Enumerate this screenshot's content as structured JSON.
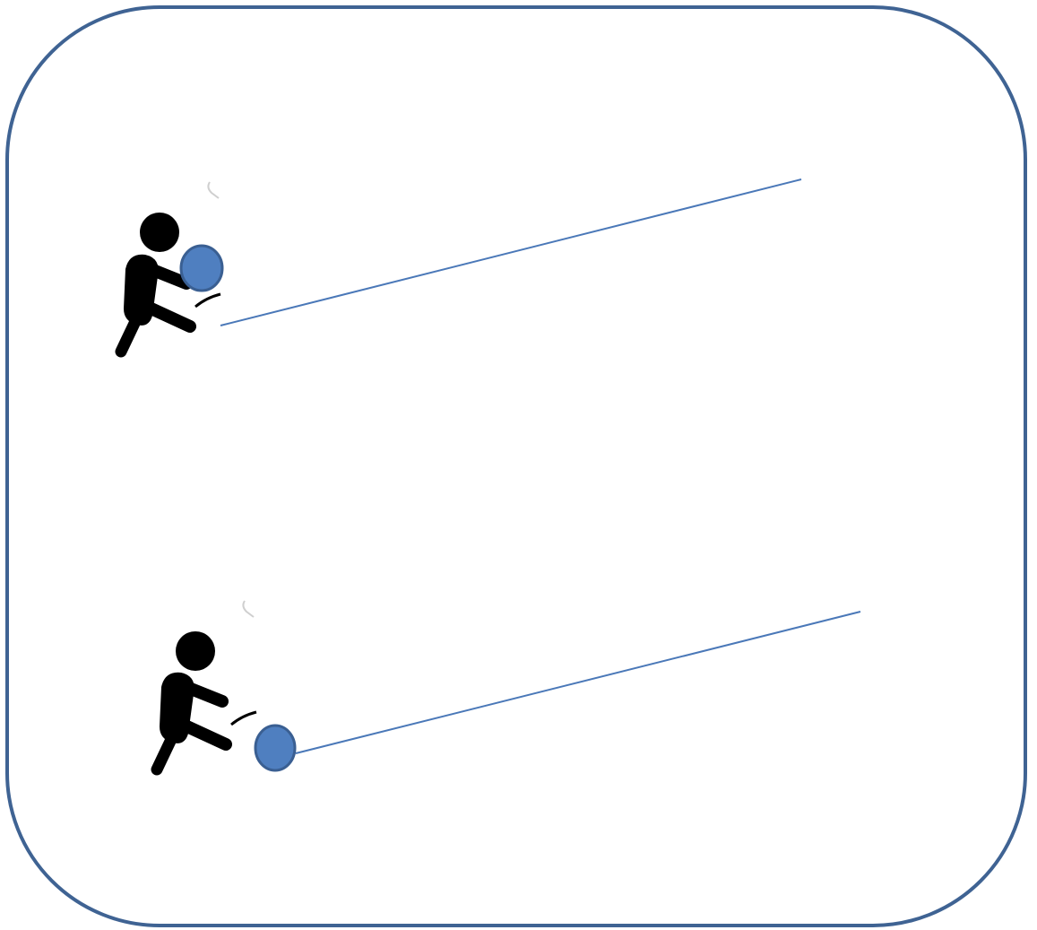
{
  "colors": {
    "frame_stroke": "#3f6393",
    "ball_fill": "#4f7fc0",
    "ball_stroke": "#3a5f92",
    "line": "#4a78b8",
    "figure": "#000000"
  },
  "panels": [
    {
      "scene": "player-holding-ball",
      "figure_icon": "kicking-player-icon",
      "ball_icon": "ball-icon",
      "ball_state": "held-at-hands"
    },
    {
      "scene": "player-kicking-ball",
      "figure_icon": "kicking-player-icon",
      "ball_icon": "ball-icon",
      "ball_state": "at-foot"
    }
  ]
}
